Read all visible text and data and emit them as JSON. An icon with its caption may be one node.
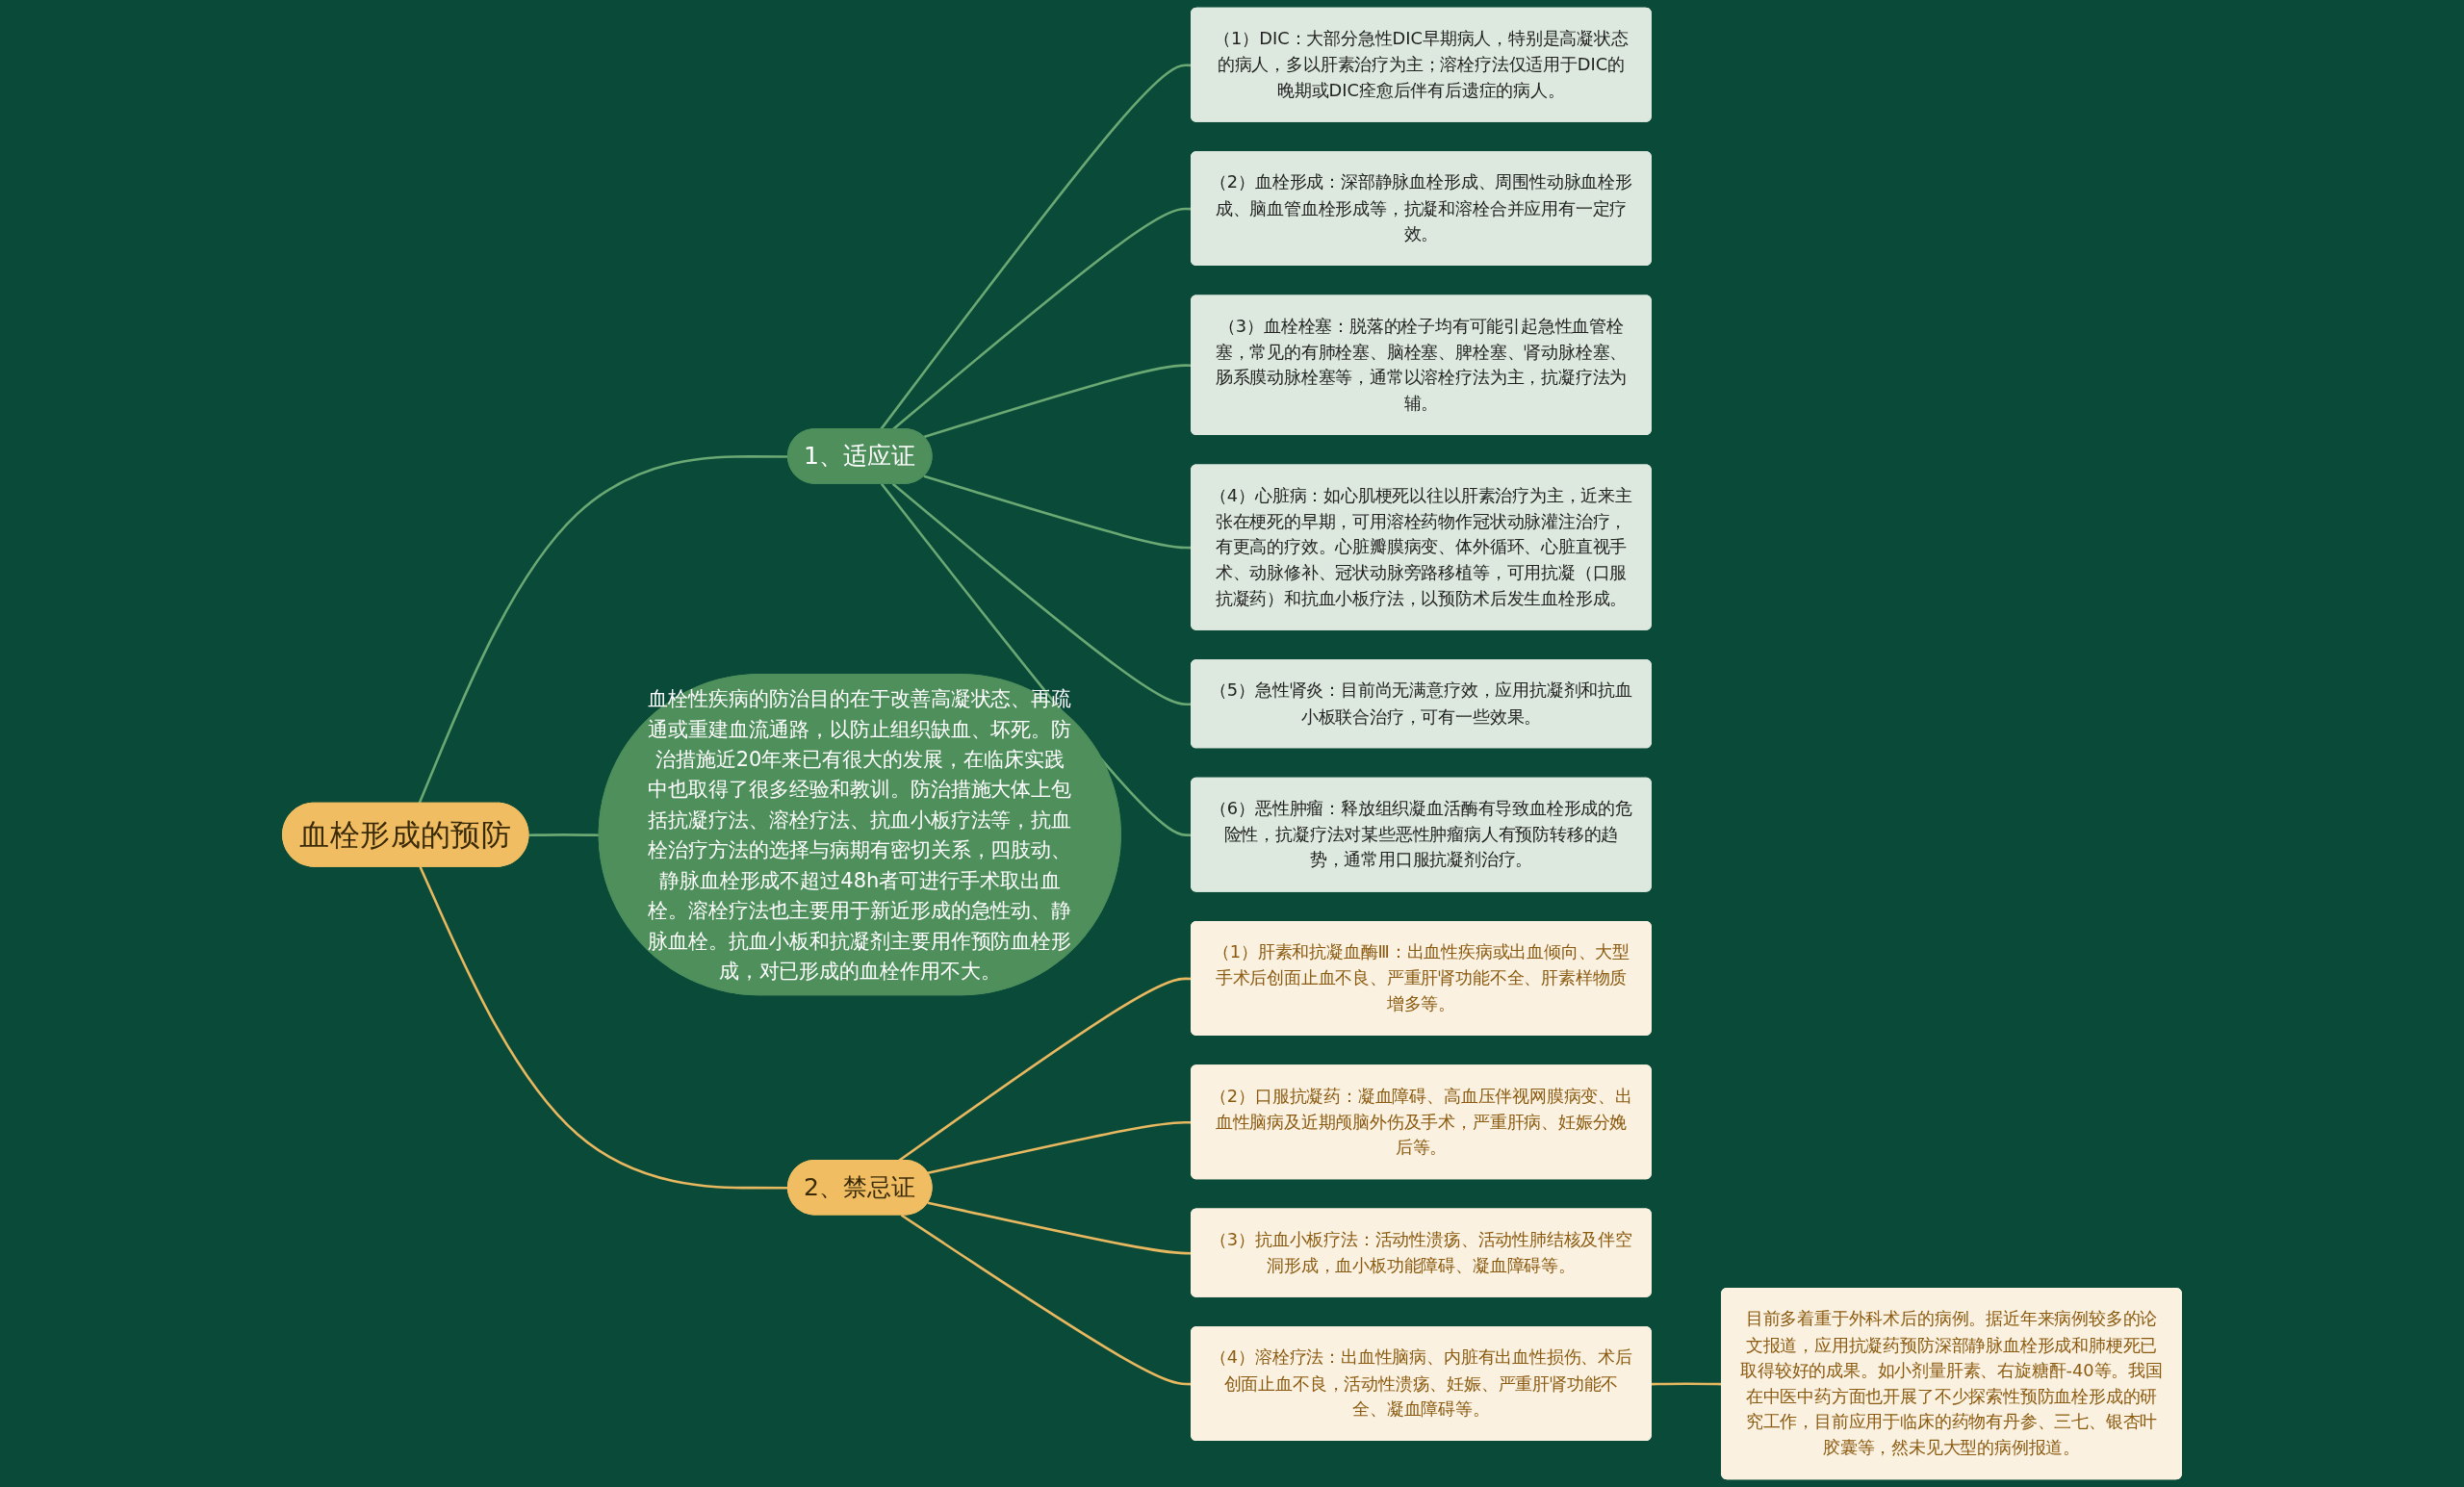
{
  "diagram": {
    "nodes": [
      {
        "text": [
          "血栓形成的预防"
        ]
      },
      {
        "text": [
          "1、适应证"
        ]
      },
      {
        "text": [
          "（1）DIC：大部分急性DIC早期病人，特别是高凝状态的病人，多以肝素治疗为主；溶栓疗法仅适用于DIC的晚期或DIC痊愈后伴有后遗症的病人。"
        ]
      },
      {
        "text": [
          "（2）血栓形成：深部静脉血栓形成、周围性动脉血栓形成、脑血管血栓形成等，抗凝和溶栓合并应用有一定疗效。"
        ]
      },
      {
        "text": [
          "（3）血栓栓塞：脱落的栓子均有可能引起急性血管栓塞，常见的有肺栓塞、脑栓塞、脾栓塞、肾动脉栓塞、肠系膜动脉栓塞等，通常以溶栓疗法为主，抗凝疗法为辅。"
        ]
      },
      {
        "text": [
          "（4）心脏病：如心肌梗死以往以肝素治疗为主，近来主张在梗死的早期，可用溶栓药物作冠状动脉灌注治疗，有更高的疗效。心脏瓣膜病变、体外循环、心脏直视手术、动脉修补、冠状动脉旁路移植等，可用抗凝（口服抗凝药）和抗血小板疗法，以预防术后发生血栓形成。"
        ]
      },
      {
        "text": [
          "（5）急性肾炎：目前尚无满意疗效，应用抗凝剂和抗血小板联合治疗，可有一些效果。"
        ]
      },
      {
        "text": [
          "（6）恶性肿瘤：释放组织凝血活酶有导致血栓形成的危险性，抗凝疗法对某些恶性肿瘤病人有预防转移的趋势，通常用口服抗凝剂治疗。"
        ]
      },
      {
        "text": [
          "血栓性疾病的防治目的在于改善高凝状态、再疏通或重建血流通路，以防止组织缺血、坏死。防治措施近20年来已有很大的发展，在临床实践中也取得了很多经验和教训。防治措施大体上包括抗凝疗法、溶栓疗法、抗血小板疗法等，抗血栓治疗方法的选择与病期有密切关系，四肢动、静脉血栓形成不超过48h者可进行手术取出血栓。溶栓疗法也主要用于新近形成的急性动、静脉血栓。抗血小板和抗凝剂主要用作预防血栓形成，对已形成的血栓作用不大。"
        ]
      },
      {
        "text": [
          "2、禁忌证"
        ]
      },
      {
        "text": [
          "（1）肝素和抗凝血酶Ⅲ：出血性疾病或出血倾向、大型手术后创面止血不良、严重肝肾功能不全、肝素样物质增多等。"
        ]
      },
      {
        "text": [
          "（2）口服抗凝药：凝血障碍、高血压伴视网膜病变、出血性脑病及近期颅脑外伤及手术，严重肝病、妊娠分娩后等。"
        ]
      },
      {
        "text": [
          "（3）抗血小板疗法：活动性溃疡、活动性肺结核及伴空洞形成，血小板功能障碍、凝血障碍等。"
        ]
      },
      {
        "text": [
          "（4）溶栓疗法：出血性脑病、内脏有出血性损伤、术后创面止血不良，活动性溃疡、妊娠、严重肝肾功能不全、凝血障碍等。"
        ]
      },
      {
        "text": [
          "目前多着重于外科术后的病例。据近年来病例较多的论文报道，应用抗凝药预防深部静脉血栓形成和肺梗死已取得较好的成果。如小剂量肝素、右旋糖酐-40等。我国在中医中药方面也开展了不少探索性预防血栓形成的研究工作，目前应用于临床的药物有丹参、三七、银杏叶胶囊等，然未见大型的病例报道。"
        ]
      }
    ],
    "edges": [
      {
        "from": 0,
        "to": 1,
        "arrow": "none"
      },
      {
        "from": 1,
        "to": 2,
        "arrow": "none"
      },
      {
        "from": 1,
        "to": 3,
        "arrow": "none"
      },
      {
        "from": 1,
        "to": 4,
        "arrow": "none"
      },
      {
        "from": 1,
        "to": 5,
        "arrow": "none"
      },
      {
        "from": 1,
        "to": 6,
        "arrow": "none"
      },
      {
        "from": 1,
        "to": 7,
        "arrow": "none"
      },
      {
        "from": 0,
        "to": 8,
        "arrow": "none"
      },
      {
        "from": 0,
        "to": 9,
        "arrow": "none",
        "color": "#e8b860"
      },
      {
        "from": 9,
        "to": 10,
        "arrow": "none",
        "color": "#e8b860"
      },
      {
        "from": 9,
        "to": 11,
        "arrow": "none",
        "color": "#e8b860"
      },
      {
        "from": 9,
        "to": 12,
        "arrow": "none",
        "color": "#e8b860"
      },
      {
        "from": 9,
        "to": 13,
        "arrow": "none",
        "color": "#e8b860"
      },
      {
        "from": 13,
        "to": 14,
        "arrow": "none",
        "color": "#e8b860"
      }
    ]
  }
}
